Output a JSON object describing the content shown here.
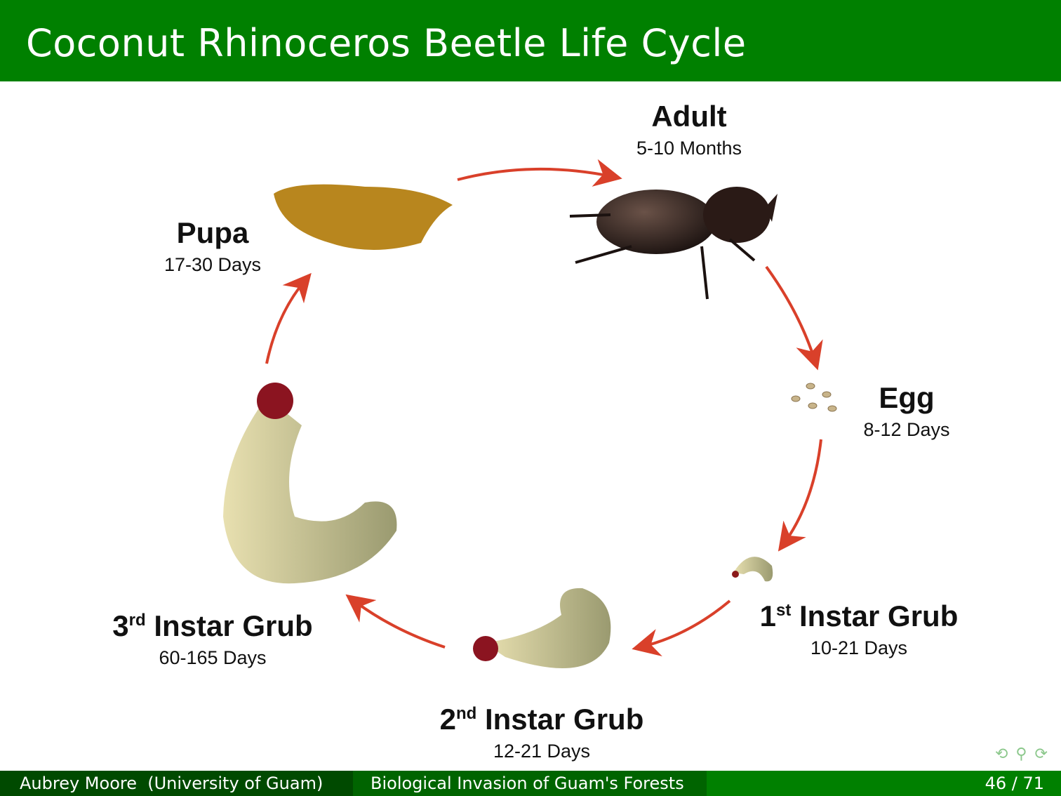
{
  "header": {
    "title": "Coconut Rhinoceros Beetle Life Cycle"
  },
  "stages": {
    "adult": {
      "name": "Adult",
      "duration": "5-10 Months"
    },
    "egg": {
      "name": "Egg",
      "duration": "8-12 Days"
    },
    "instar1": {
      "num": "1",
      "sup": "st",
      "name": "Instar Grub",
      "duration": "10-21 Days"
    },
    "instar2": {
      "num": "2",
      "sup": "nd",
      "name": "Instar Grub",
      "duration": "12-21 Days"
    },
    "instar3": {
      "num": "3",
      "sup": "rd",
      "name": "Instar Grub",
      "duration": "60-165 Days"
    },
    "pupa": {
      "name": "Pupa",
      "duration": "17-30 Days"
    }
  },
  "colors": {
    "arrow": "#d9402a",
    "header": "#008000"
  },
  "footer": {
    "author": "Aubrey Moore  (University of Guam)",
    "talk": "Biological Invasion of Guam's Forests",
    "page": "46 / 71"
  },
  "nav": {
    "icons": "⟲ ⚲ ⟳"
  }
}
